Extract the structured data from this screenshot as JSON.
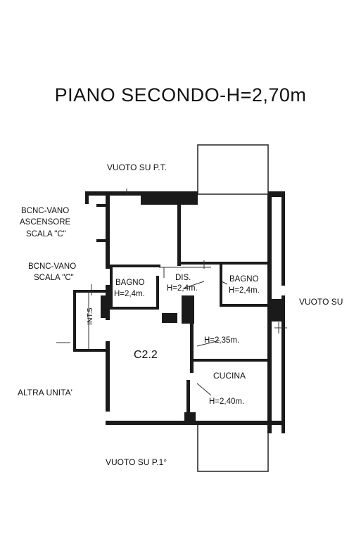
{
  "title": "PIANO SECONDO-H=2,70m",
  "labels": {
    "vuoto_pt": "VUOTO SU P.T.",
    "bcnc_vano_1": "BCNC-VANO",
    "ascensore": "ASCENSORE",
    "scala_c_1": "SCALA \"C\"",
    "bcnc_vano_2": "BCNC-VANO",
    "scala_c_2": "SCALA \"C\"",
    "int5": "INT.5",
    "bagno_left": "BAGNO",
    "bagno_left_h": "H=2,4m.",
    "dis": "DIS.",
    "dis_h": "H=2,4m.",
    "bagno_right": "BAGNO",
    "bagno_right_h": "H=2,4m.",
    "vuoto_su": "VUOTO SU",
    "h235": "H=2,35m.",
    "c22": "C2.2",
    "cucina": "CUCINA",
    "cucina_h": "H=2,40m.",
    "altra_unita": "ALTRA UNITA'",
    "vuoto_p1": "VUOTO SU P.1°"
  }
}
